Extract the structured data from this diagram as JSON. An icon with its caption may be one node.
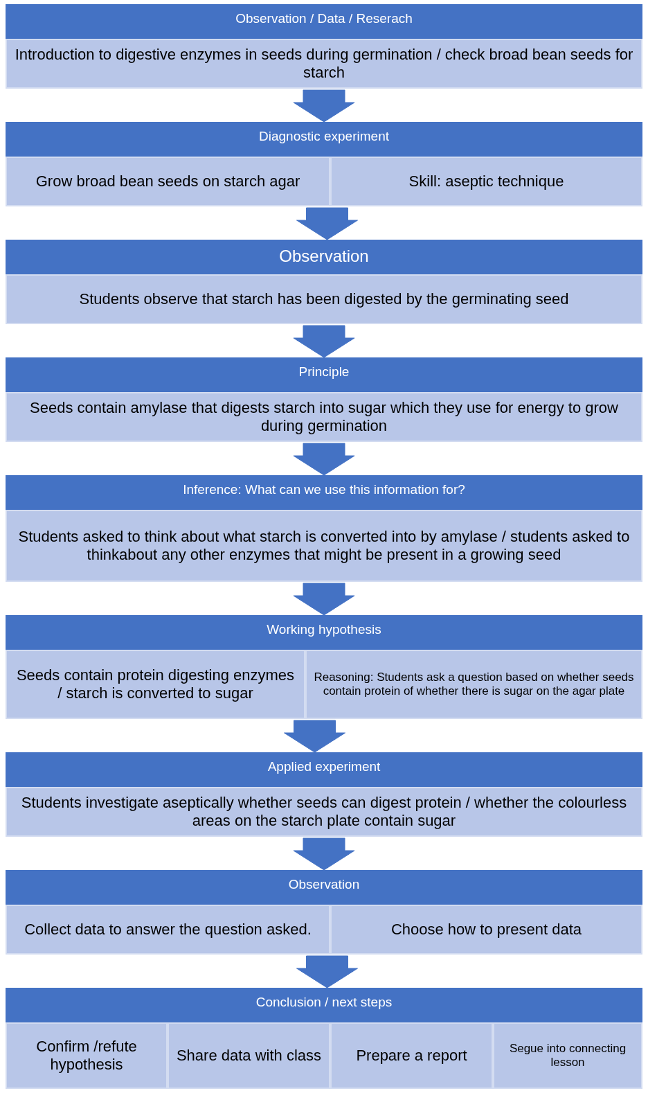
{
  "diagram": {
    "nodes": [
      {
        "text": [
          "Observation / Data / Reserach"
        ]
      },
      {
        "text": [
          "Introduction to digestive enzymes in seeds during germination / check broad bean seeds for starch"
        ]
      },
      {
        "text": [
          "Diagnostic experiment"
        ]
      },
      {
        "text": [
          "Grow broad bean seeds on starch agar"
        ]
      },
      {
        "text": [
          "Skill: aseptic technique"
        ]
      },
      {
        "text": [
          "Observation"
        ]
      },
      {
        "text": [
          "Students observe that starch has been digested by the germinating seed"
        ]
      },
      {
        "text": [
          "Principle"
        ]
      },
      {
        "text": [
          "Seeds contain amylase that digests starch into sugar which they use for energy to grow during germination"
        ]
      },
      {
        "text": [
          "Inference: What can we use this information for?"
        ]
      },
      {
        "text": [
          "Students asked to think about what starch is converted into by amylase / students asked to thinkabout any other enzymes that might be present in a growing seed"
        ]
      },
      {
        "text": [
          "Working hypothesis"
        ]
      },
      {
        "text": [
          "Seeds contain protein digesting enzymes / starch is converted to sugar"
        ]
      },
      {
        "text": [
          "Reasoning: Students ask a question based on whether seeds contain protein of whether there is sugar on the agar plate"
        ]
      },
      {
        "text": [
          "Applied experiment"
        ]
      },
      {
        "text": [
          "Students investigate aseptically whether seeds can digest protein / whether the colourless areas on the starch plate contain sugar"
        ]
      },
      {
        "text": [
          "Observation"
        ]
      },
      {
        "text": [
          "Collect data to answer the question asked."
        ]
      },
      {
        "text": [
          "Choose how to present data"
        ]
      },
      {
        "text": [
          "Conclusion / next steps"
        ]
      },
      {
        "text": [
          "Confirm /refute hypothesis"
        ]
      },
      {
        "text": [
          "Share data with class"
        ]
      },
      {
        "text": [
          "Prepare a report"
        ]
      },
      {
        "text": [
          "Segue into connecting lesson"
        ]
      }
    ],
    "edges": [
      {
        "from": 1,
        "to": 2,
        "arrow": "to"
      },
      {
        "from": 3,
        "to": 5,
        "arrow": "to"
      },
      {
        "from": 4,
        "to": 5,
        "arrow": "to"
      },
      {
        "from": 6,
        "to": 7,
        "arrow": "to"
      },
      {
        "from": 8,
        "to": 9,
        "arrow": "to"
      },
      {
        "from": 10,
        "to": 11,
        "arrow": "to"
      },
      {
        "from": 12,
        "to": 14,
        "arrow": "to"
      },
      {
        "from": 13,
        "to": 14,
        "arrow": "to"
      },
      {
        "from": 15,
        "to": 16,
        "arrow": "to"
      },
      {
        "from": 17,
        "to": 19,
        "arrow": "to"
      },
      {
        "from": 18,
        "to": 19,
        "arrow": "to"
      }
    ]
  }
}
